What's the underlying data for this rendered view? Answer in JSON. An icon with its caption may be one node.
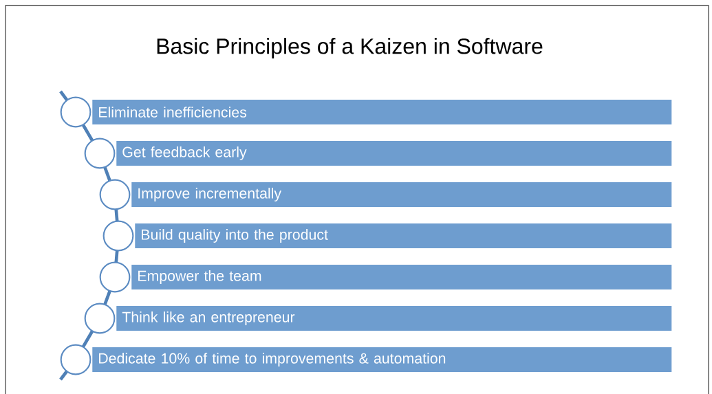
{
  "diagram": {
    "title": "Basic Principles of a Kaizen in Software",
    "nodes": [
      {
        "text": [
          "Eliminate inefficiencies"
        ]
      },
      {
        "text": [
          "Get feedback early"
        ]
      },
      {
        "text": [
          "Improve incrementally"
        ]
      },
      {
        "text": [
          "Build quality into the product"
        ]
      },
      {
        "text": [
          "Empower the team"
        ]
      },
      {
        "text": [
          "Think like an entrepreneur"
        ]
      },
      {
        "text": [
          "Dedicate 10% of time to improvements & automation"
        ]
      }
    ]
  }
}
